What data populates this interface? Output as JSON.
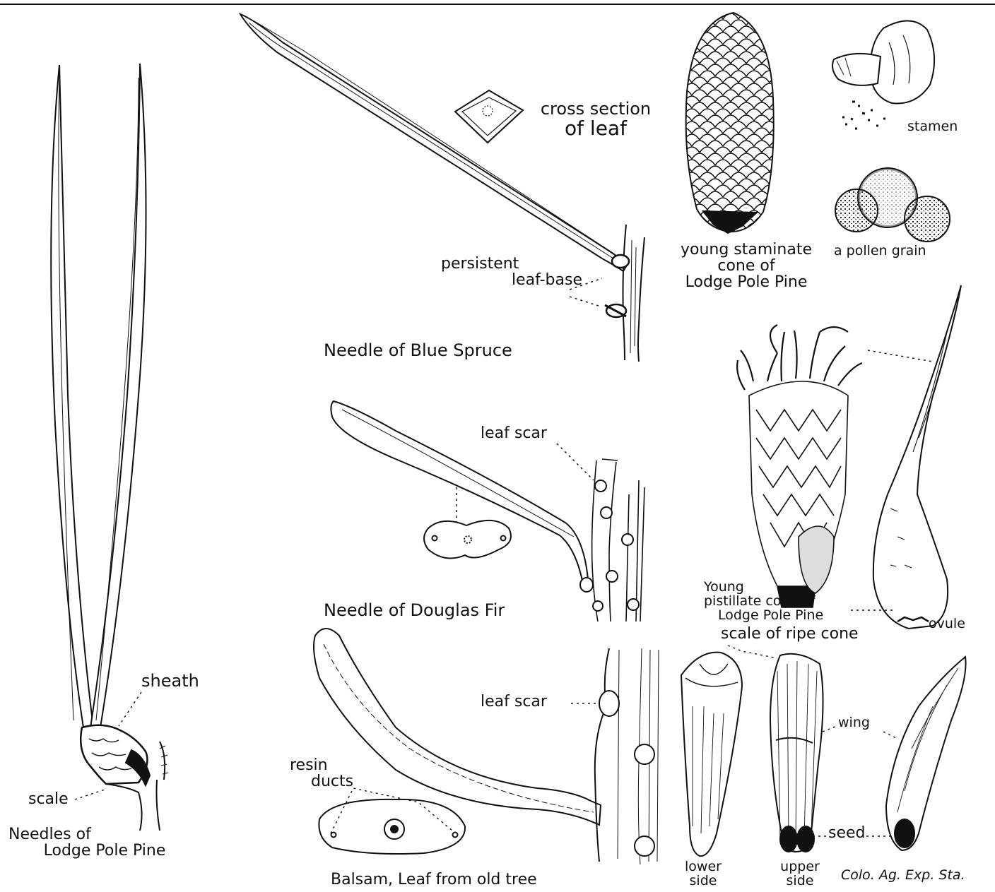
{
  "labels": {
    "cross_section_1": "cross section",
    "cross_section_2": "of leaf",
    "stamen": "stamen",
    "staminate_1": "young staminate",
    "staminate_2": "cone of",
    "staminate_3": "Lodge Pole Pine",
    "pollen": "a pollen grain",
    "persistent": "persistent",
    "leaf_base": "leaf-base",
    "blue_spruce": "Needle of Blue Spruce",
    "leaf_scar_fir": "leaf scar",
    "douglas_fir": "Needle of Douglas Fir",
    "pistillate_1": "Young",
    "pistillate_2": "pistillate cone of",
    "pistillate_3": "Lodge Pole Pine",
    "ovule": "ovule",
    "scale_ripe": "scale of ripe cone",
    "sheath": "sheath",
    "leaf_scar_balsam": "leaf scar",
    "wing": "wing",
    "resin_1": "resin",
    "resin_2": "ducts",
    "scale": "scale",
    "lodgepole_1": "Needles of",
    "lodgepole_2": "Lodge Pole Pine",
    "seed": "seed",
    "lower_1": "lower",
    "lower_2": "side",
    "upper_1": "upper",
    "upper_2": "side",
    "balsam": "Balsam, Leaf from old tree",
    "credit": "Colo. Ag. Exp. Sta."
  },
  "colors": {
    "ink": "#111111",
    "paper": "#ffffff"
  }
}
